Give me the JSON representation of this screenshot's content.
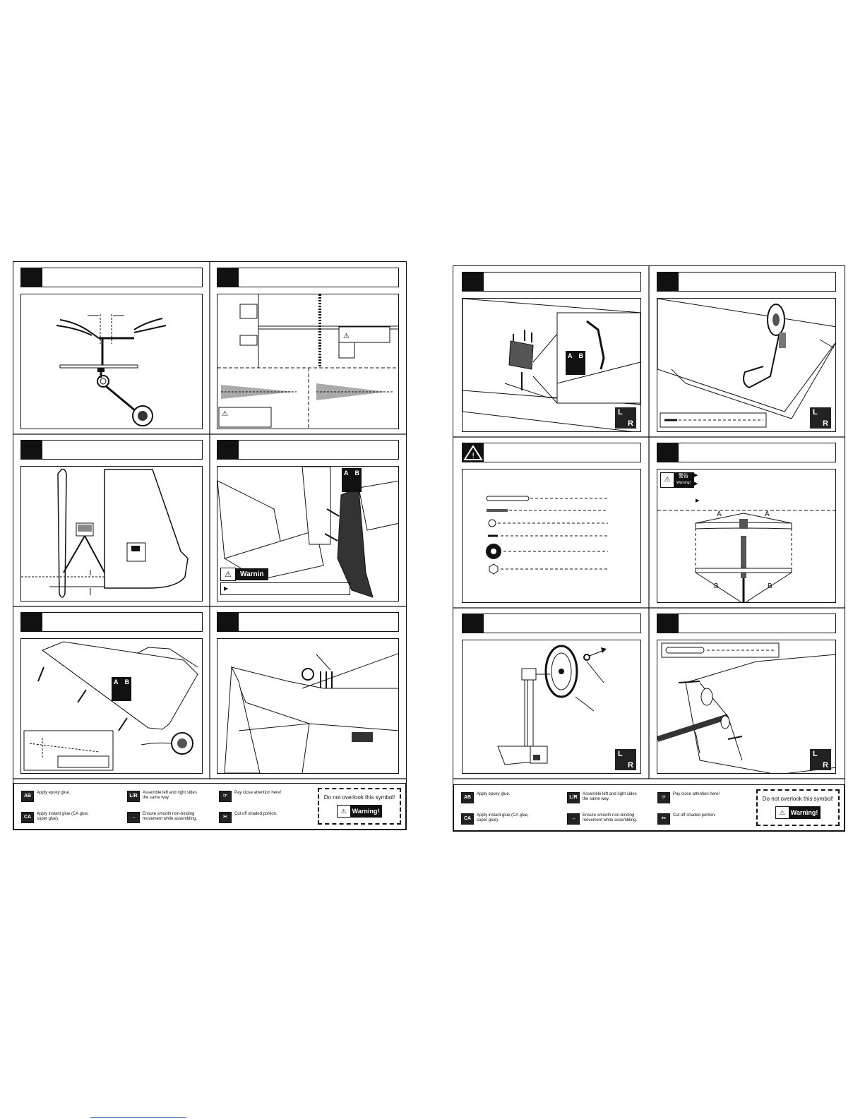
{
  "legend": {
    "epoxy": "Apply epoxy glue.",
    "instant": "Apply instant glue (CA glue, super glue).",
    "lr": "Assemble left and right sides the same way.",
    "smooth": "Ensure smooth non-binding movement while assembling.",
    "attention": "Pay close attention here!",
    "cutoff": "Cut off shaded portion.",
    "dont_overlook": "Do not overlook this symbol!",
    "warning_label": "Warning!"
  },
  "icons": {
    "epoxy": "AB",
    "instant": "CA",
    "lr_l": "L",
    "lr_r": "R"
  },
  "left_page": {
    "warnin_label": "Warnin"
  },
  "right_page": {
    "warning_cn": "警告",
    "warning_en": "Warning!",
    "dim_a": "A",
    "dim_a2": "A",
    "dim_b": "B",
    "dim_b2": "B"
  },
  "colors": {
    "ink": "#111111",
    "panel_dark": "#333333",
    "shade": "#9a9a9a"
  }
}
